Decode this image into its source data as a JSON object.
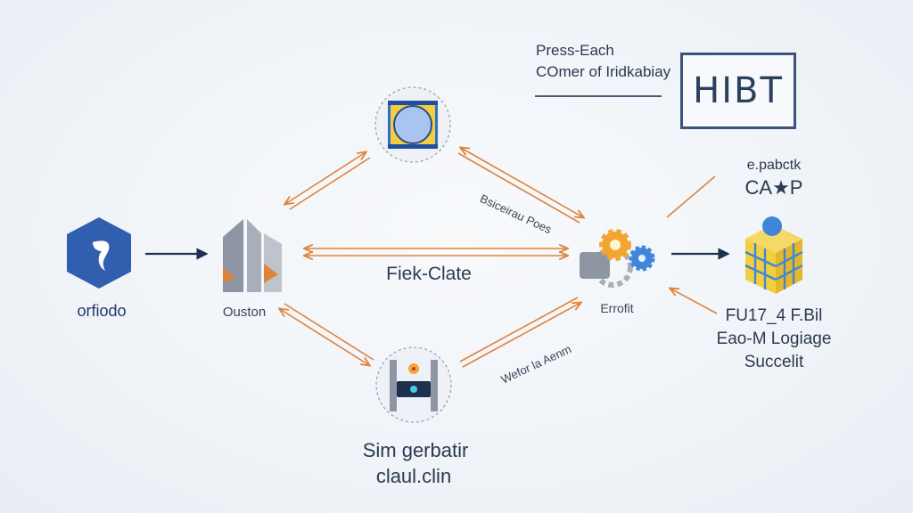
{
  "nodes": {
    "left_logo": {
      "label": "orfiodo"
    },
    "tower": {
      "label": "Ouston"
    },
    "chip": {
      "label": ""
    },
    "server": {
      "label_line1": "Sim gerbatir",
      "label_line2": "claul.clin"
    },
    "gears": {
      "label": "Errofit"
    },
    "cube": {
      "top_line1": "e.pabctk",
      "top_line2": "CA★P",
      "bottom_line1": "FU17_4 F.Bil",
      "bottom_line2": "Eao-M Logiage",
      "bottom_line3": "Succelit"
    }
  },
  "edges": {
    "center_label": "Fiek-Clate",
    "upper_right_label": "Bsiceirau Poes",
    "lower_right_label": "Wefor la Aenm"
  },
  "legend": {
    "line1": "Press-Each",
    "line2": "COmer of Iridkabiay",
    "box_text": "HIBT"
  },
  "colors": {
    "arrow_orange": "#e0823a",
    "arrow_navy": "#1f2f52",
    "logo_blue": "#2f5fae",
    "accent_blue": "#3f86d9",
    "gear_orange": "#f2a531",
    "cube_yellow": "#f3cf3e"
  }
}
